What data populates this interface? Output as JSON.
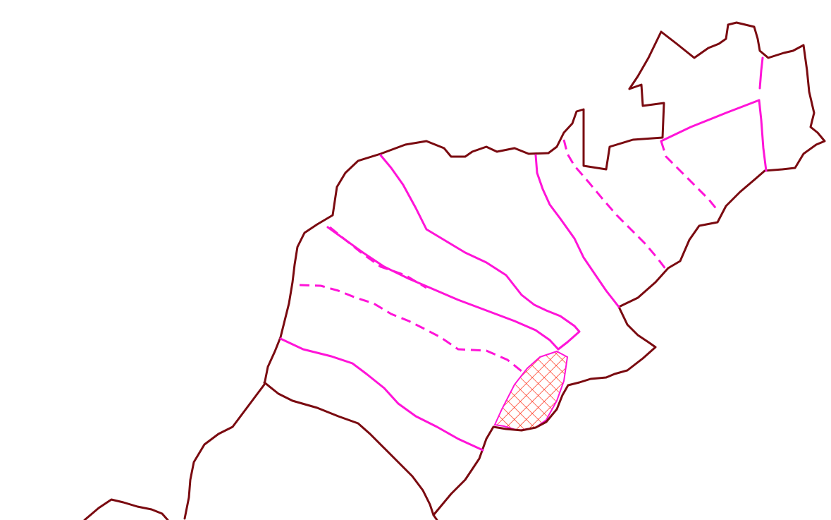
{
  "map": {
    "colors": {
      "background": "#ffffff",
      "outer_boundary": "#7a0a10",
      "inner_lines": "#ff14d8",
      "hatched_area": "#ff1a00"
    },
    "layers": [
      {
        "name": "administrative-boundary",
        "style": "solid",
        "color": "#7a0a10"
      },
      {
        "name": "internal-division-lines",
        "style": "solid",
        "color": "#ff14d8"
      },
      {
        "name": "internal-division-lines-dashed",
        "style": "dashed",
        "color": "#ff14d8"
      },
      {
        "name": "hatched-zone",
        "style": "crosshatch",
        "color": "#ff1a00"
      }
    ]
  }
}
